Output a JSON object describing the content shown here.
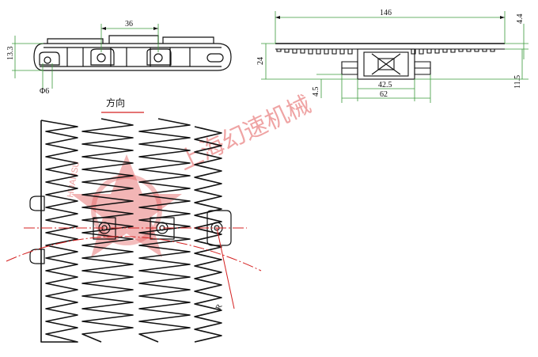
{
  "drawing": {
    "dimensions": {
      "pitch": "36",
      "height_13_3": "13.3",
      "hole_dia": "Φ6",
      "width_146": "146",
      "thick_4_4": "4.4",
      "height_24": "24",
      "height_11_5": "11.5",
      "offset_4_5": "4.5",
      "width_42_5": "42.5",
      "width_62": "62"
    },
    "direction_label": "方向",
    "radius_label": "R",
    "watermark": {
      "company": "上海幻速机械",
      "latin": "HUANSU"
    },
    "colors": {
      "ink": "#111111",
      "dimension_green": "#3a9a3a",
      "centerline_red": "#d42020",
      "watermark_red": "#e25b5b"
    }
  }
}
